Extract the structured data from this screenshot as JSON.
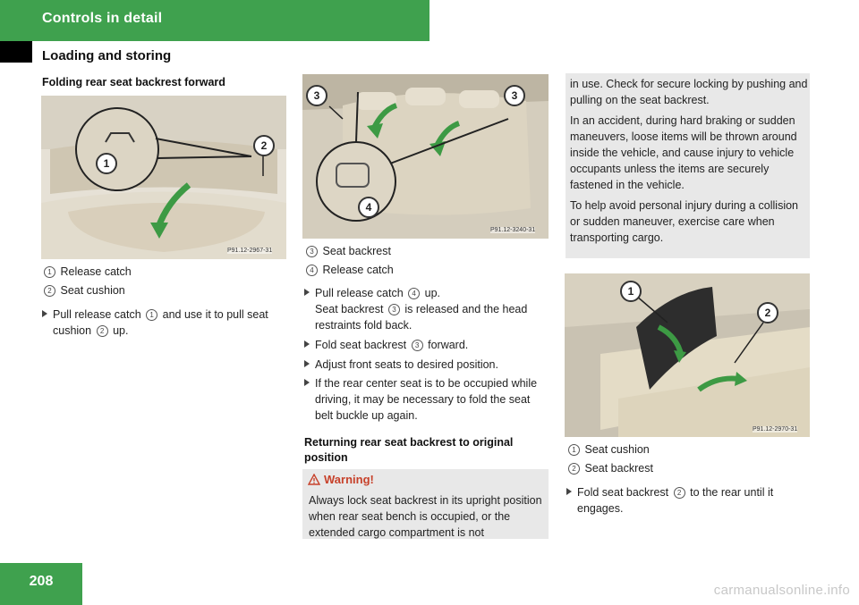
{
  "header": {
    "chapter": "Controls in detail",
    "section": "Loading and storing"
  },
  "page_number": "208",
  "col1": {
    "subhead": "Folding rear seat backrest forward",
    "figure_code": "P91.12-2967-31",
    "callouts": [
      "1",
      "2"
    ],
    "legend": [
      {
        "num": "1",
        "label": "Release catch"
      },
      {
        "num": "2",
        "label": "Seat cushion"
      }
    ],
    "step": {
      "pre": "Pull release catch",
      "ref1": "1",
      "mid": "and use it to pull seat cushion",
      "ref2": "2",
      "post": "up."
    }
  },
  "col2": {
    "figure_code": "P91.12-3240-31",
    "callouts": [
      "3",
      "3",
      "4"
    ],
    "legend": [
      {
        "num": "3",
        "label": "Seat backrest"
      },
      {
        "num": "4",
        "label": "Release catch"
      }
    ],
    "step1": {
      "pre": "Pull release catch",
      "ref": "4",
      "post": "up.",
      "line2_pre": "Seat backrest",
      "line2_ref": "3",
      "line2_post": "is released and the head restraints fold back."
    },
    "step2": {
      "pre": "Fold seat backrest",
      "ref": "3",
      "post": "forward."
    },
    "step3": "Adjust front seats to desired position.",
    "step4": "If the rear center seat is to be occupied while driving, it may be necessary to fold the seat belt buckle up again.",
    "subhead2": "Returning rear seat backrest to original position",
    "warning": {
      "title": "Warning!",
      "text": "Always lock seat backrest in its upright position when rear seat bench is occupied, or the extended cargo compartment is not"
    }
  },
  "col3": {
    "box_paragraphs": [
      "in use. Check for secure locking by pushing and pulling on the seat backrest.",
      "In an accident, during hard braking or sudden maneuvers, loose items will be thrown around inside the vehicle, and cause injury to vehicle occupants unless the items are securely fastened in the vehicle.",
      "To help avoid personal injury during a collision or sudden maneuver, exercise care when transporting cargo."
    ],
    "figure_code": "P91.12-2970-31",
    "callouts": [
      "1",
      "2"
    ],
    "legend": [
      {
        "num": "1",
        "label": "Seat cushion"
      },
      {
        "num": "2",
        "label": "Seat backrest"
      }
    ],
    "step": {
      "pre": "Fold seat backrest",
      "ref": "2",
      "post": "to the rear until it engages."
    }
  },
  "watermark": "carmanualsonline.info",
  "colors": {
    "green": "#3fa14e",
    "warning_red": "#c7412a",
    "box_gray": "#e8e8e8"
  }
}
